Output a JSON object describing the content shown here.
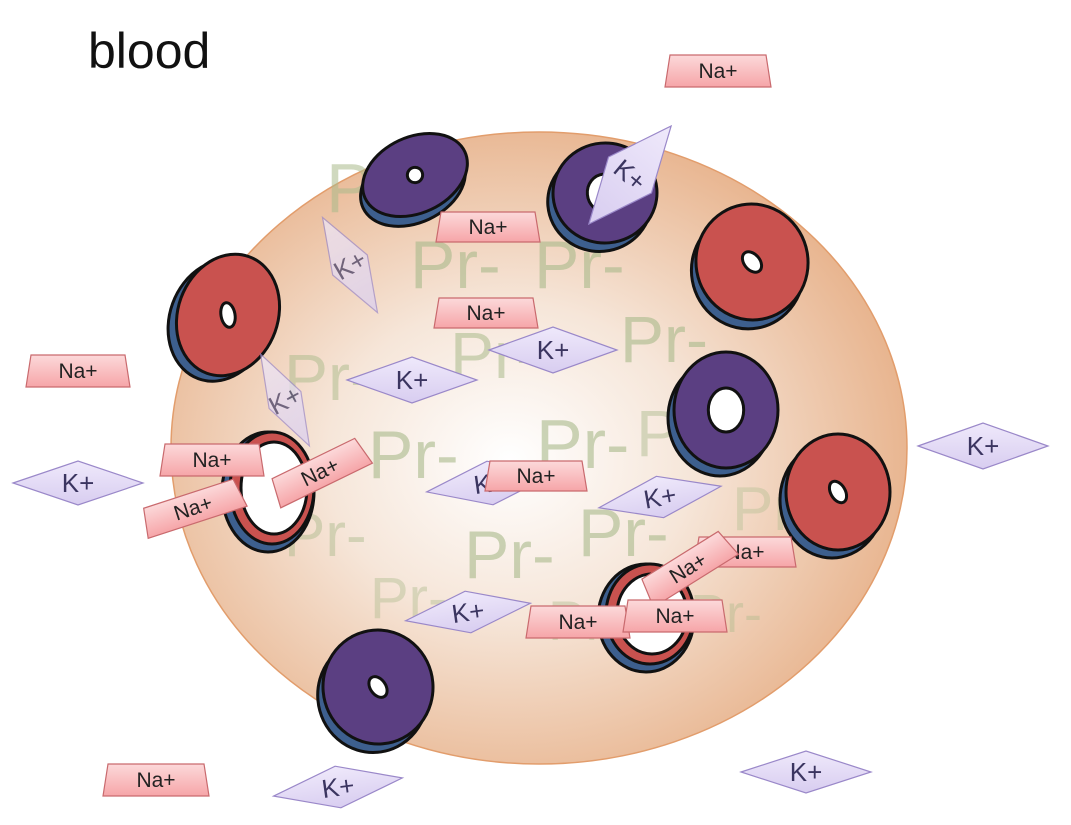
{
  "title": "blood",
  "labels": {
    "na": "Na+",
    "k": "K+",
    "pr": "Pr-"
  },
  "colors": {
    "cell_center": "#ffffff",
    "cell_edge": "#e8b48e",
    "cell_stroke": "#e29d6c",
    "na_fill": "#f6a5a8",
    "na_stroke": "#c96a6e",
    "k_fill": "#d8cdf0",
    "k_stroke": "#9a88c9",
    "pr_text": "#a9b98a",
    "pump_red": "#c9524f",
    "pump_purple": "#5b3f82",
    "pump_side": "#3d5f8e"
  },
  "icons": [
    "sodium-ion-tag",
    "potassium-ion-diamond",
    "protein-anion-label",
    "ion-pump-disc",
    "ion-channel-ring"
  ]
}
